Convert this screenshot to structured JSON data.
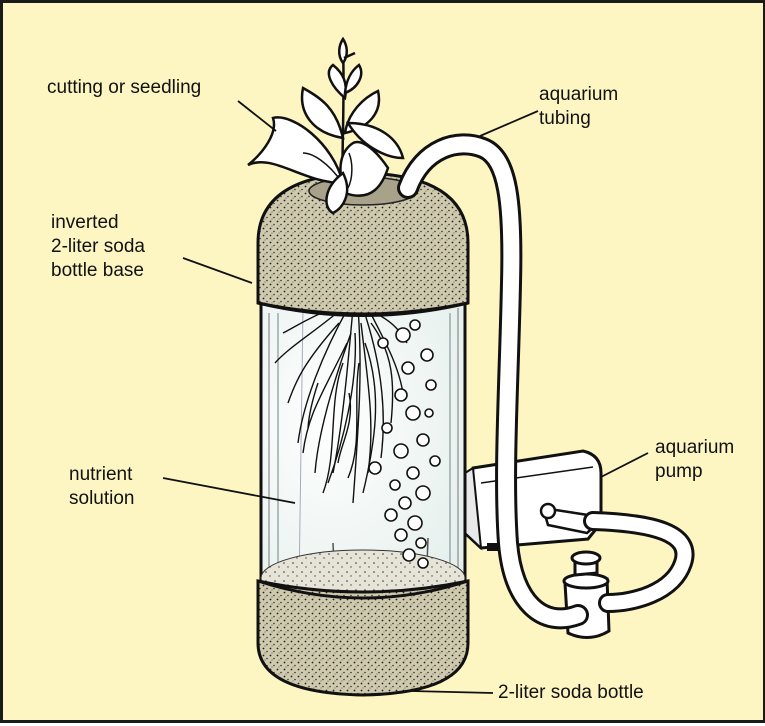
{
  "colors": {
    "background": "#fdf6c3",
    "ink": "#111111",
    "foam": "#c8c2a6",
    "water": "#eef5f3"
  },
  "labels": {
    "cutting": [
      "cutting or seedling"
    ],
    "tubing": [
      "aquarium",
      "tubing"
    ],
    "base": [
      "inverted",
      "2-liter soda",
      "bottle base"
    ],
    "solution": [
      "nutrient",
      "solution"
    ],
    "pump": [
      "aquarium",
      "pump"
    ],
    "bottle": [
      "2-liter soda bottle"
    ]
  }
}
